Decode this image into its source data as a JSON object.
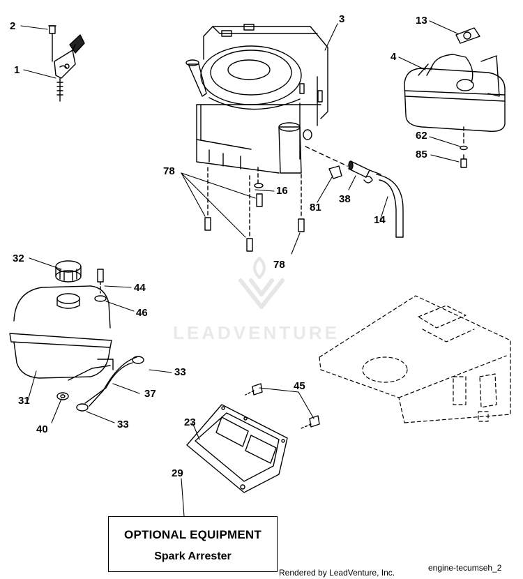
{
  "diagram": {
    "callouts": {
      "c1": "1",
      "c2": "2",
      "c3": "3",
      "c4": "4",
      "c13": "13",
      "c14": "14",
      "c16": "16",
      "c23": "23",
      "c29": "29",
      "c31": "31",
      "c32": "32",
      "c33a": "33",
      "c33b": "33",
      "c37": "37",
      "c38": "38",
      "c40": "40",
      "c44": "44",
      "c45": "45",
      "c46": "46",
      "c62": "62",
      "c78a": "78",
      "c78b": "78",
      "c81": "81",
      "c85": "85"
    },
    "optional_box": {
      "title": "OPTIONAL EQUIPMENT",
      "subtitle": "Spark Arrester"
    },
    "footer_left": "Rendered by LeadVenture, Inc.",
    "footer_right": "engine-tecumseh_2",
    "watermark": "LEADVENTURE"
  }
}
